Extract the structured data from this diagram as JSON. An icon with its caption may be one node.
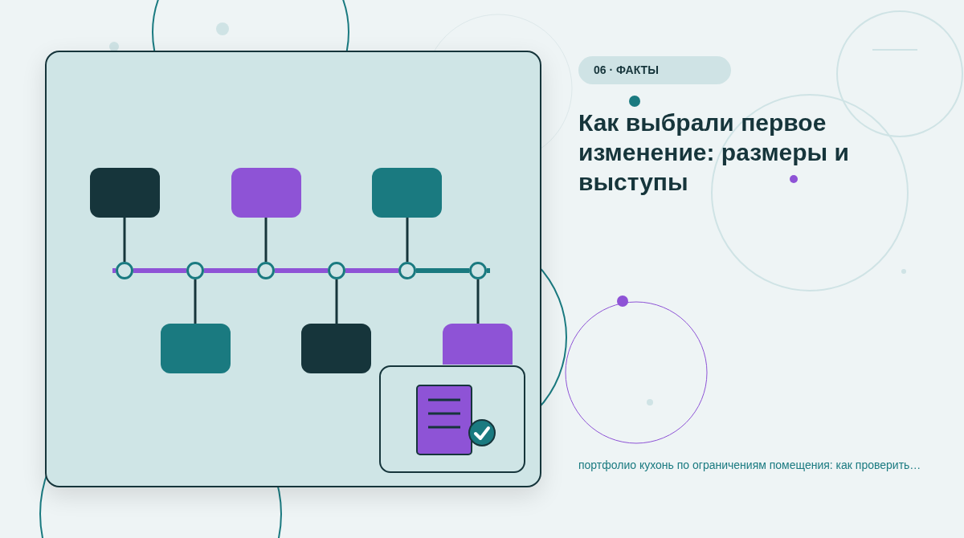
{
  "diagram": {
    "title": "Как выбрали первое изменение: размеры и выступы",
    "nodes": [
      {
        "text": [],
        "shape": "box"
      },
      {
        "text": [],
        "shape": "box"
      },
      {
        "text": [],
        "shape": "box"
      },
      {
        "text": [],
        "shape": "box"
      },
      {
        "text": [],
        "shape": "box"
      },
      {
        "text": [],
        "shape": "box"
      },
      {
        "text": [],
        "shape": "circle"
      },
      {
        "text": [],
        "shape": "circle"
      },
      {
        "text": [],
        "shape": "circle"
      },
      {
        "text": [],
        "shape": "circle"
      },
      {
        "text": [],
        "shape": "circle"
      },
      {
        "text": [],
        "shape": "circle"
      }
    ],
    "edges": [
      {
        "from": 0,
        "to": 6,
        "arrow": "none"
      },
      {
        "from": 1,
        "to": 7,
        "arrow": "none"
      },
      {
        "from": 2,
        "to": 8,
        "arrow": "none"
      },
      {
        "from": 3,
        "to": 9,
        "arrow": "none"
      },
      {
        "from": 4,
        "to": 10,
        "arrow": "none"
      },
      {
        "from": 5,
        "to": 11,
        "arrow": "none"
      },
      {
        "from": 6,
        "to": 7,
        "arrow": "none",
        "style": "thick",
        "color": "#8e53d6"
      },
      {
        "from": 7,
        "to": 8,
        "arrow": "none",
        "style": "thick",
        "color": "#8e53d6"
      },
      {
        "from": 8,
        "to": 9,
        "arrow": "none",
        "style": "thick",
        "color": "#8e53d6"
      },
      {
        "from": 9,
        "to": 10,
        "arrow": "none",
        "style": "thick",
        "color": "#8e53d6"
      },
      {
        "from": 10,
        "to": 11,
        "arrow": "none",
        "style": "thick",
        "color": "#1a7a80"
      }
    ],
    "labels": [
      "06 · ФАКТЫ",
      "портфолио кухонь по ограничениям помещения: как проверить…"
    ]
  }
}
